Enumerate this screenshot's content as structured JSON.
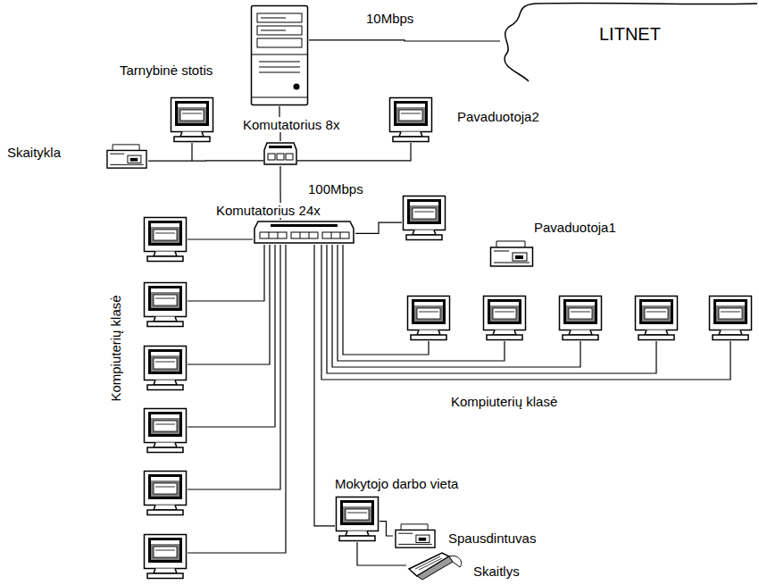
{
  "diagram": {
    "nodes": [
      {
        "text": [
          "Tarnybinė stotis"
        ]
      },
      {
        "text": [
          "LITNET"
        ]
      },
      {
        "text": [
          "Skaitykla"
        ]
      },
      {
        "text": [
          "Komutatorius 8x"
        ]
      },
      {
        "text": [
          "Pavaduotoja2"
        ]
      },
      {
        "text": [
          "Komutatorius 24x"
        ]
      },
      {
        "text": [
          "Pavaduotoja1"
        ]
      },
      {
        "text": [
          "Mokytojo darbo vieta"
        ]
      },
      {
        "text": [
          "Spausdintuvas"
        ]
      },
      {
        "text": [
          "Skaitlys"
        ]
      }
    ],
    "edges": [
      {
        "from": 0,
        "to": 1,
        "label": "10Mbps",
        "arrow": "none"
      },
      {
        "from": 0,
        "to": 3,
        "arrow": "none"
      },
      {
        "from": 3,
        "to": 2,
        "arrow": "none"
      },
      {
        "from": 3,
        "to": 4,
        "arrow": "none"
      },
      {
        "from": 3,
        "to": 5,
        "label": "100Mbps",
        "arrow": "none"
      },
      {
        "from": 5,
        "to": 6,
        "arrow": "none"
      },
      {
        "from": 5,
        "to": 7,
        "arrow": "none"
      },
      {
        "from": 7,
        "to": 8,
        "arrow": "none"
      },
      {
        "from": 7,
        "to": 9,
        "arrow": "none"
      }
    ],
    "labels": [
      "Kompiuterių klasė",
      "Kompiuterių klasė"
    ]
  }
}
